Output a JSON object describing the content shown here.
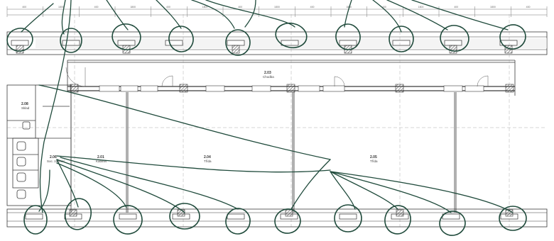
{
  "rooms": [
    {
      "id": "room-2-03",
      "number": "2.03",
      "name": "Chodba"
    },
    {
      "id": "room-2-08",
      "number": "2.08",
      "name": "Sklad"
    },
    {
      "id": "room-2-06",
      "number": "2.06",
      "name": "Soc. zázemí"
    },
    {
      "id": "room-2-01",
      "number": "2.01",
      "name": "Kabinet"
    },
    {
      "id": "room-2-04",
      "number": "2.04",
      "name": "Třída"
    },
    {
      "id": "room-2-05",
      "number": "2.05",
      "name": "Třída"
    }
  ],
  "dimensions": [
    "400",
    "1800",
    "400",
    "1800",
    "400",
    "1800",
    "400",
    "1800",
    "400",
    "1800",
    "400",
    "1800",
    "400",
    "1800",
    "400"
  ],
  "colors": {
    "ink": "#3a3a3a",
    "annotation": "#1f4a3b",
    "hatch": "#555555"
  }
}
